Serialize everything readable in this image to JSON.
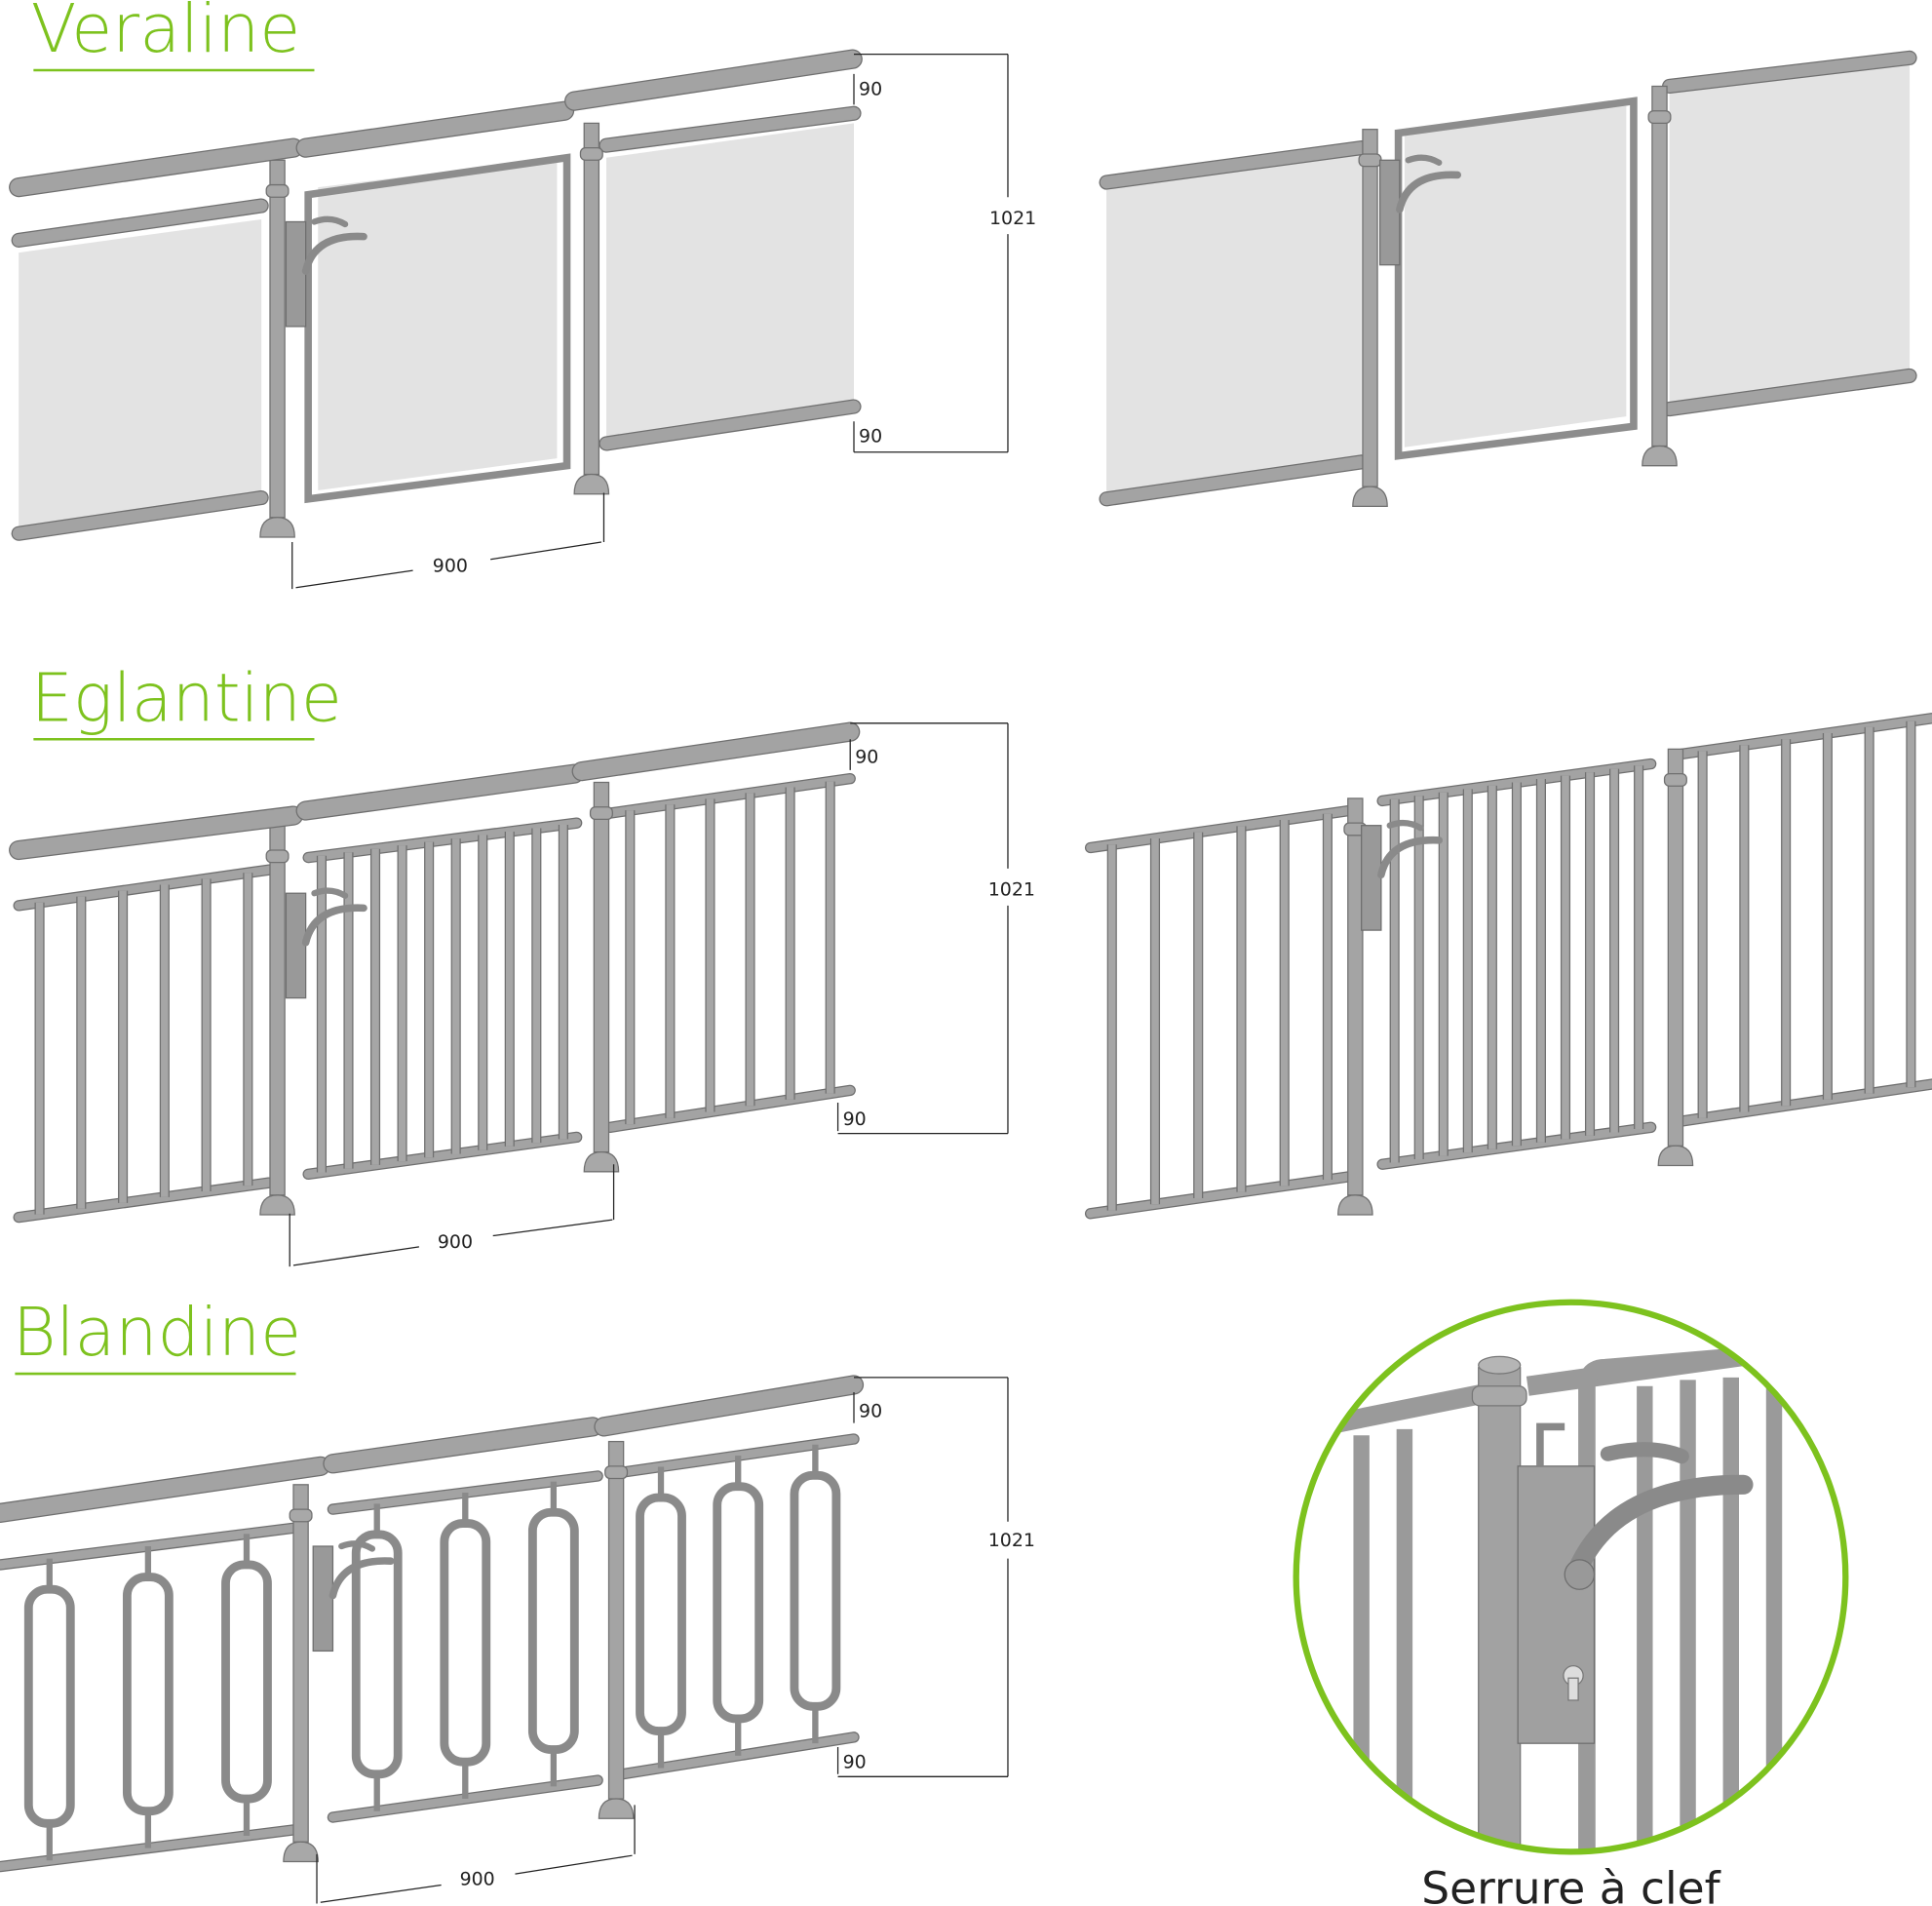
{
  "colors": {
    "accent": "#7dc21e",
    "metal": "#9c9c9c",
    "glass": "#e3e3e3"
  },
  "sections": [
    {
      "title": "Veraline",
      "dims": {
        "top_gap": "90",
        "bottom_gap": "90",
        "height": "1021",
        "gate_width": "900"
      }
    },
    {
      "title": "Eglantine",
      "dims": {
        "top_gap": "90",
        "bottom_gap": "90",
        "height": "1021",
        "gate_width": "900"
      }
    },
    {
      "title": "Blandine",
      "dims": {
        "top_gap": "90",
        "bottom_gap": "90",
        "height": "1021",
        "gate_width": "900"
      }
    }
  ],
  "detail": {
    "caption": "Serrure à clef"
  }
}
